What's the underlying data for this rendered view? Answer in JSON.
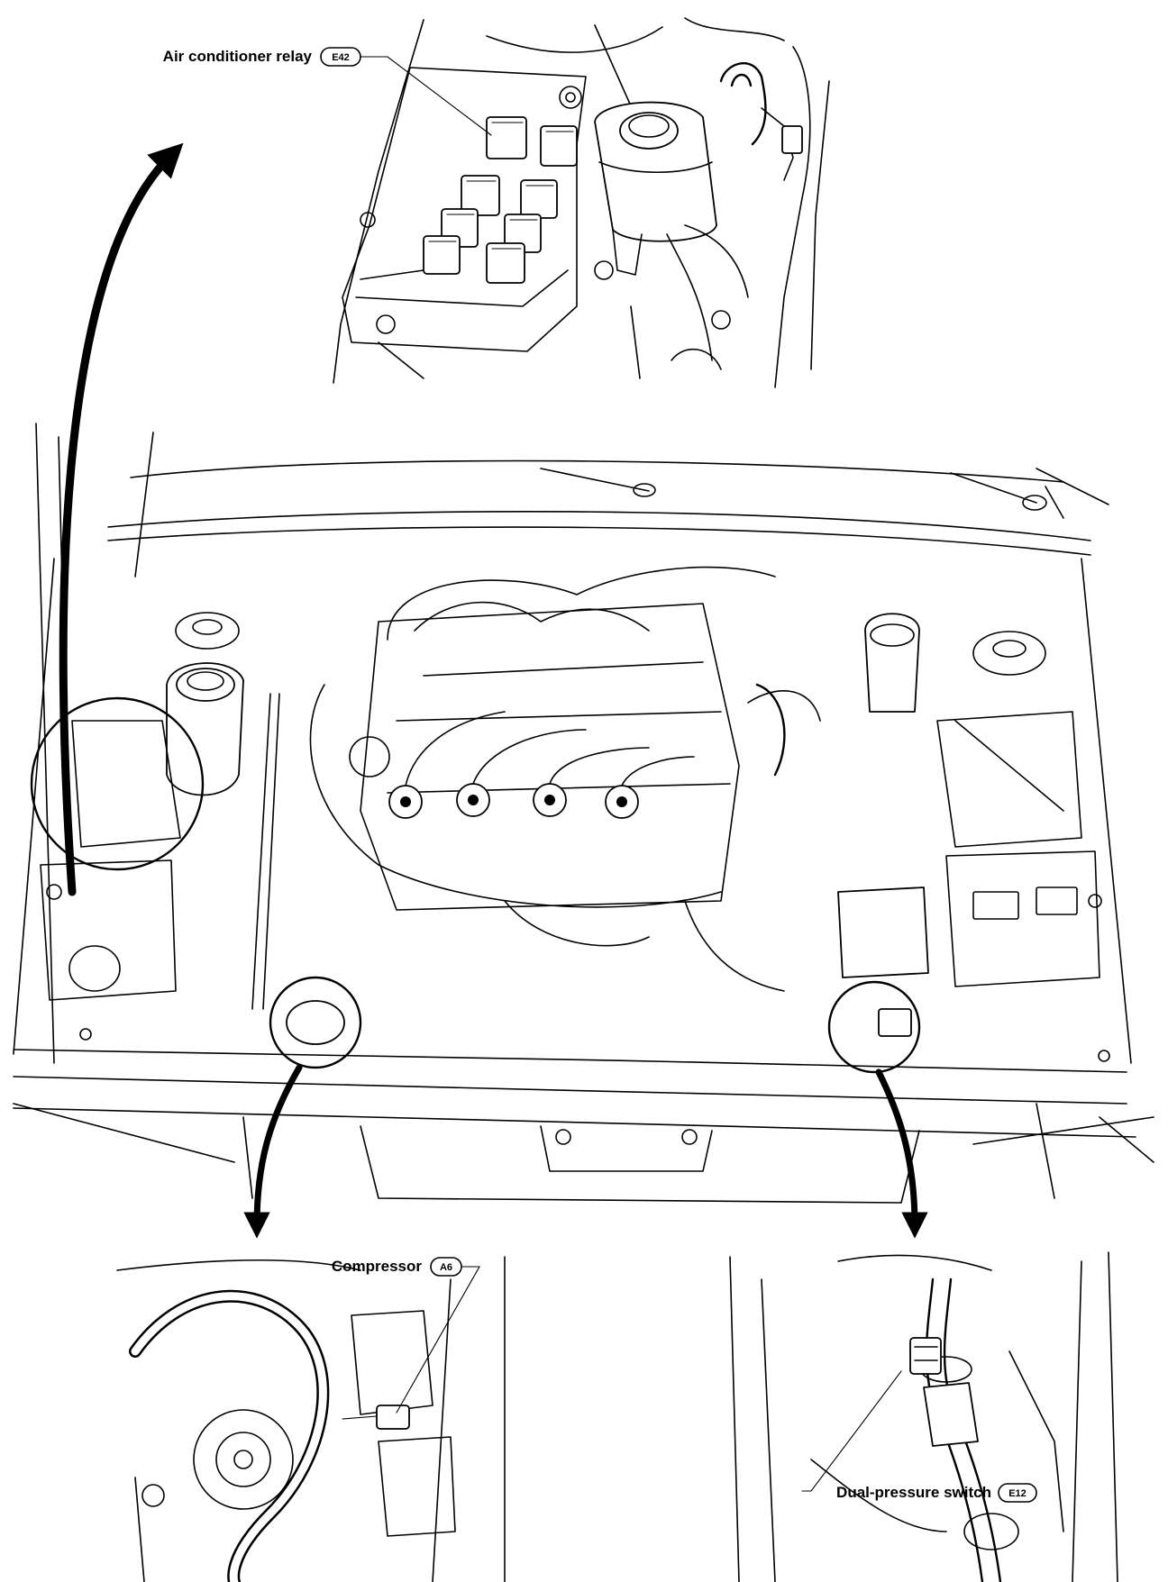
{
  "callouts": {
    "relay": {
      "label": "Air conditioner relay",
      "code": "E42"
    },
    "compressor": {
      "label": "Compressor",
      "code": "A6"
    },
    "switch": {
      "label": "Dual-pressure switch",
      "code": "E12"
    }
  },
  "icons": [
    "callout-arrow-icon",
    "connector-code-badge"
  ]
}
